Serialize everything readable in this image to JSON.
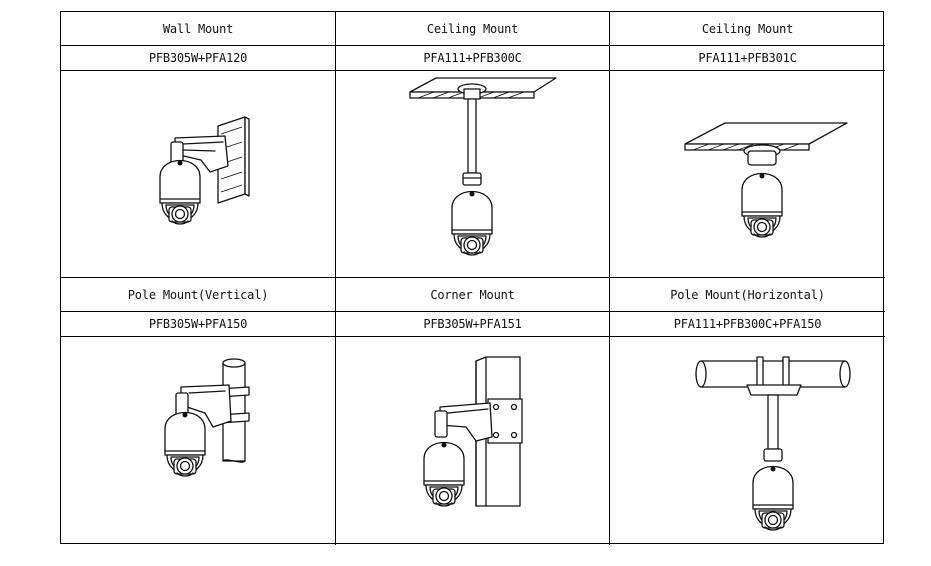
{
  "mounts": [
    {
      "title": "Wall Mount",
      "model": "PFB305W+PFA120",
      "icon": "wall-mount-camera-icon"
    },
    {
      "title": "Ceiling Mount",
      "model": "PFA111+PFB300C",
      "icon": "ceiling-mount-pendant-camera-icon"
    },
    {
      "title": "Ceiling Mount",
      "model": "PFA111+PFB301C",
      "icon": "ceiling-mount-flush-camera-icon"
    },
    {
      "title": "Pole Mount(Vertical)",
      "model": "PFB305W+PFA150",
      "icon": "pole-mount-vertical-camera-icon"
    },
    {
      "title": "Corner Mount",
      "model": "PFB305W+PFA151",
      "icon": "corner-mount-camera-icon"
    },
    {
      "title": "Pole Mount(Horizontal)",
      "model": "PFA111+PFB300C+PFA150",
      "icon": "pole-mount-horizontal-camera-icon"
    }
  ]
}
